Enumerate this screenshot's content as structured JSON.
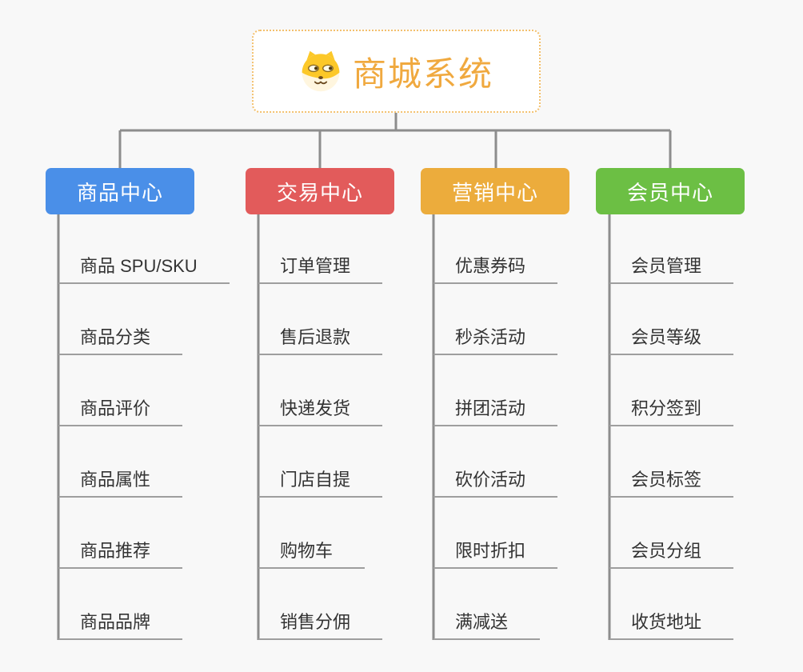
{
  "canvas": {
    "background": "#f8f8f8",
    "connector_color": "#8d8d8d",
    "leaf_underline_color": "#9e9e9e"
  },
  "root": {
    "title": "商城系统",
    "icon": "doge-face-icon",
    "text_color": "#f0a93f",
    "border_color": "#f3c06d",
    "background": "#ffffff"
  },
  "branches": [
    {
      "label": "商品中心",
      "color": "#4a8fe8",
      "children": [
        "商品 SPU/SKU",
        "商品分类",
        "商品评价",
        "商品属性",
        "商品推荐",
        "商品品牌"
      ]
    },
    {
      "label": "交易中心",
      "color": "#e25b5b",
      "children": [
        "订单管理",
        "售后退款",
        "快递发货",
        "门店自提",
        "购物车",
        "销售分佣"
      ]
    },
    {
      "label": "营销中心",
      "color": "#ecac3c",
      "children": [
        "优惠券码",
        "秒杀活动",
        "拼团活动",
        "砍价活动",
        "限时折扣",
        "满减送"
      ]
    },
    {
      "label": "会员中心",
      "color": "#6cbf44",
      "children": [
        "会员管理",
        "会员等级",
        "积分签到",
        "会员标签",
        "会员分组",
        "收货地址"
      ]
    }
  ]
}
